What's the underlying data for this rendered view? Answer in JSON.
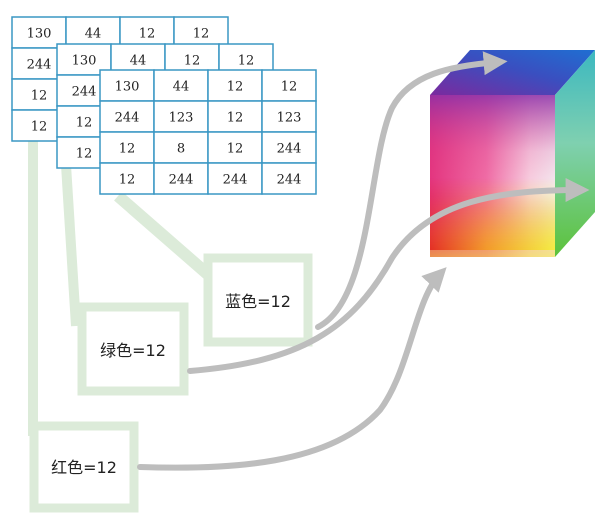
{
  "matrices": {
    "back": [
      [
        "130",
        "44",
        "12",
        "12"
      ],
      [
        "244",
        "",
        "",
        ""
      ],
      [
        "12",
        "",
        "",
        ""
      ],
      [
        "12",
        "",
        "",
        ""
      ]
    ],
    "middle": [
      [
        "130",
        "44",
        "12",
        "12"
      ],
      [
        "244",
        "",
        "",
        ""
      ],
      [
        "12",
        "",
        "",
        ""
      ],
      [
        "12",
        "",
        "",
        ""
      ]
    ],
    "front": [
      [
        "130",
        "44",
        "12",
        "12"
      ],
      [
        "244",
        "123",
        "12",
        "123"
      ],
      [
        "12",
        "8",
        "12",
        "244"
      ],
      [
        "12",
        "244",
        "244",
        "244"
      ]
    ]
  },
  "labels": {
    "blue": "蓝色=12",
    "green": "绿色=12",
    "red": "红色=12"
  },
  "colors": {
    "grid_line": "#3a97c4",
    "connector": "#dcebd9",
    "box_border": "#dcebd9",
    "arrow": "#bdbdbd"
  }
}
